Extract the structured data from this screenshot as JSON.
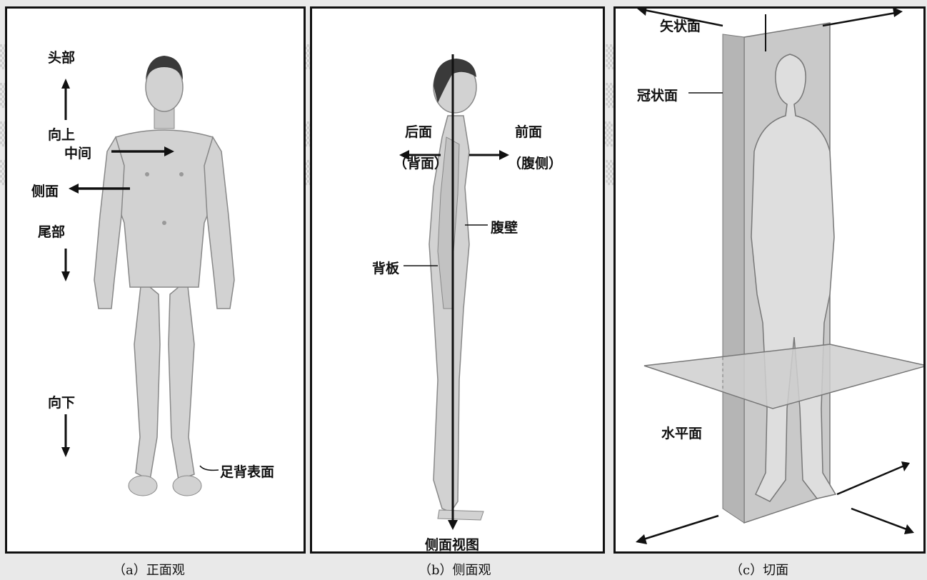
{
  "panel_a": {
    "labels": {
      "head": "头部",
      "up": "向上",
      "medial": "中间",
      "lateral": "侧面",
      "tail": "尾部",
      "down": "向下",
      "dorsum_foot": "足背表面"
    },
    "caption": "（a）正面观"
  },
  "panel_b": {
    "labels": {
      "posterior": "后面",
      "posterior_alt": "（背面）",
      "anterior": "前面",
      "anterior_alt": "（腹侧）",
      "abdominal_wall": "腹壁",
      "back_plate": "背板",
      "lateral_view": "侧面视图"
    },
    "caption": "（b）侧面观"
  },
  "panel_c": {
    "labels": {
      "sagittal": "矢状面",
      "coronal": "冠状面",
      "horizontal": "水平面"
    },
    "caption": "（c）切面"
  },
  "colors": {
    "skin": "#d2d2d2",
    "skin_shadow": "#b3b3b3",
    "hair": "#3a3a3a",
    "plane": "#c9c9c9",
    "ink": "#111111"
  }
}
